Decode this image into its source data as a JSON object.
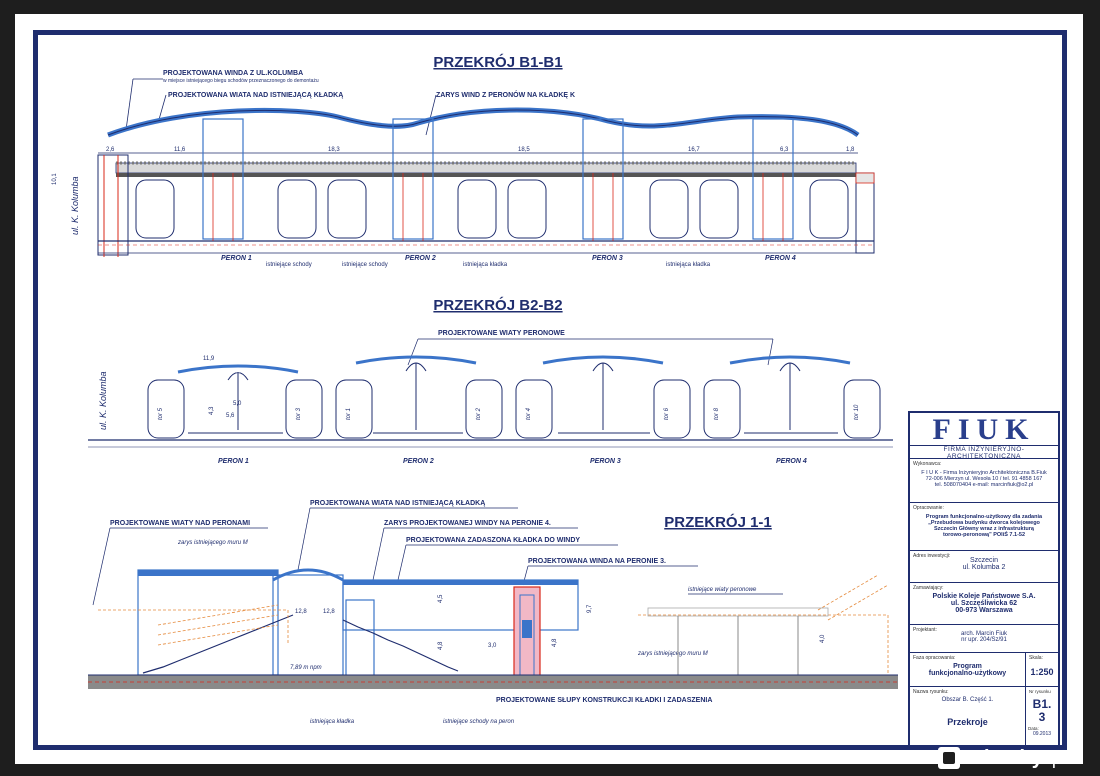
{
  "sections": {
    "b1": {
      "title": "PRZEKRÓJ B1-B1",
      "callouts": [
        "PROJEKTOWANA WINDA Z UL.KOLUMBA",
        "w miejsce istniejącego biegu schodów przeznaczonego do demontażu",
        "PROJEKTOWANA WIATA NAD ISTNIEJĄCĄ KŁADKĄ",
        "ZARYS WIND Z PERONÓW NA KŁADKĘ K"
      ],
      "street": "ul. K. Kolumba",
      "platforms": [
        "PERON 1",
        "PERON 2",
        "PERON 3",
        "PERON 4"
      ],
      "notes": [
        "istniejące schody",
        "istniejące schody",
        "istniejąca kładka",
        "istniejąca kładka"
      ],
      "dims": [
        "2,6",
        "11,6",
        "18,3",
        "18,5",
        "16,7",
        "6,3",
        "1,8",
        "10,1"
      ]
    },
    "b2": {
      "title": "PRZEKRÓJ B2-B2",
      "callout": "PROJEKTOWANE WIATY PERONOWE",
      "street": "ul. K. Kolumba",
      "platforms": [
        "PERON 1",
        "PERON 2",
        "PERON 3",
        "PERON 4"
      ],
      "tracks": [
        "tor 5",
        "tor 3",
        "tor 1",
        "tor 2",
        "tor 4",
        "tor 6",
        "tor 8",
        "tor 10"
      ],
      "dims": [
        "11,9",
        "5,0",
        "5,6",
        "4,3"
      ]
    },
    "s11": {
      "title": "PRZEKRÓJ 1-1",
      "callouts": [
        "PROJEKTOWANA WIATA NAD ISTNIEJĄCĄ KŁADKĄ",
        "PROJEKTOWANE WIATY NAD PERONAMI",
        "ZARYS PROJEKTOWANEJ WINDY NA PERONIE 4.",
        "PROJEKTOWANA ZADASZONA KŁADKA DO WINDY",
        "zarys istniejącego muru M",
        "PROJEKTOWANA WINDA NA PERONIE 3.",
        "istniejące wiaty peronowe",
        "zarys istniejącego muru M",
        "PROJEKTOWANE SŁUPY KONSTRUKCJI KŁADKI I ZADASZENIA",
        "istniejąca kładka",
        "istniejące schody na peron"
      ],
      "dims": [
        "12,8",
        "12,8",
        "4,5",
        "4,8",
        "3,0",
        "4,8",
        "9,7",
        "4,0",
        "7,89 m npm"
      ]
    }
  },
  "titleblock": {
    "logo": "FIUK",
    "logo_sub": "FIRMA INŻYNIERYJNO-ARCHITEKTONICZNA",
    "wykonawca_label": "Wykonawca:",
    "wykonawca": [
      "F I U K - Firma Inżynieryjno Architektoniczna B.Fiuk",
      "72-006 Mierzyn ul. Wesoła 10 / tel. 91 4858 167",
      "tel. 508070404 e-mail: marcinfiuk@o2.pl"
    ],
    "opracowanie_label": "Opracowanie:",
    "opracowanie": [
      "Program funkcjonalno-użytkowy dla zadania",
      "„Przebudowa budynku dworca kolejowego",
      "Szczecin Główny wraz z infrastrukturą",
      "torowo-peronową\" POIiŚ 7.1-52"
    ],
    "adres_label": "Adres inwestycji:",
    "adres": [
      "Szczecin",
      "ul. Kolumba 2"
    ],
    "zamawiajacy_label": "Zamawiający:",
    "zamawiajacy": [
      "Polskie Koleje Państwowe S.A.",
      "ul. Szczęśliwicka 62",
      "00-973 Warszawa"
    ],
    "projektant_label": "Projektant:",
    "projektant": [
      "arch. Marcin Fiuk",
      "nr upr. 204/Sz/91"
    ],
    "faza_label": "Faza opracowania:",
    "faza": [
      "Program",
      "funkcjonalno-użytkowy"
    ],
    "skala_label": "Skala:",
    "skala": "1:250",
    "nazwa_label": "Nazwa rysunku:",
    "obszar": "Obszar B. Część 1.",
    "nazwa": "Przekroje",
    "nr_label": "Nr rysunku",
    "nr": "B1. 3",
    "data_label": "Data:",
    "data": "09.2013"
  },
  "watermark": {
    "brand": "urbanity",
    "tld": ".pl"
  },
  "colors": {
    "ink": "#1f2d6e",
    "red": "#d9281a",
    "orange": "#e58a3c",
    "blue": "#3b74c9",
    "pink": "#f2b8c6"
  }
}
